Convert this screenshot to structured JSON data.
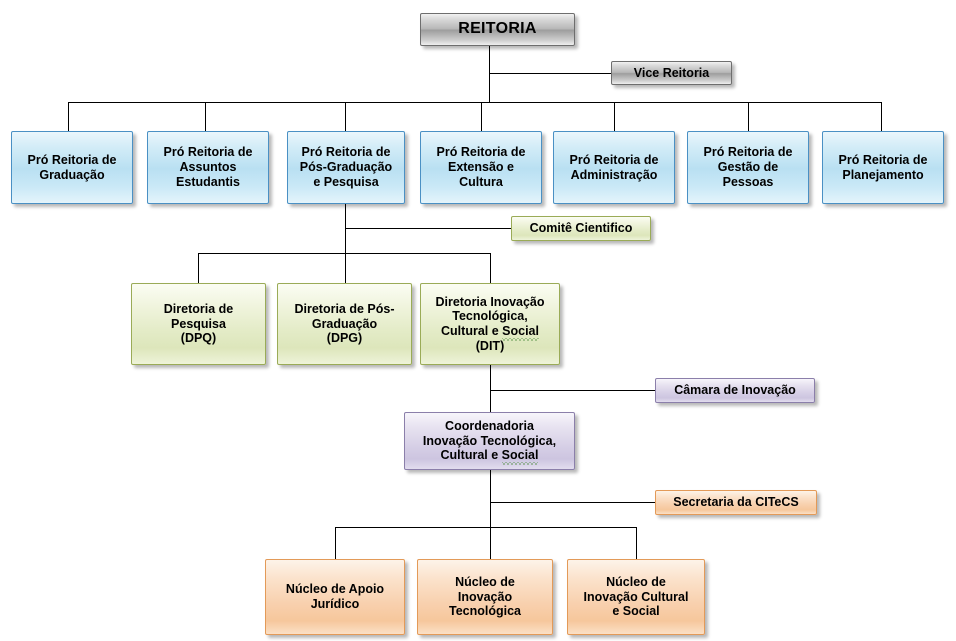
{
  "diagram": {
    "title": "Organograma CITeCS",
    "colors": {
      "grey": "#b7b7b7",
      "blue": "#b9e0f2",
      "green": "#e3ebc6",
      "purple": "#d6cfe6",
      "orange": "#f8d0ad",
      "line": "#000000",
      "text": "#000000"
    }
  },
  "nodes": {
    "reitoria": {
      "label": "REITORIA"
    },
    "vice_reitoria": {
      "label": "Vice Reitoria"
    },
    "pro_reitorias": [
      {
        "label": "Pró Reitoria de\nGraduação"
      },
      {
        "label": "Pró Reitoria de\nAssuntos\nEstudantis"
      },
      {
        "label": "Pró Reitoria de\nPós-Graduação\ne Pesquisa"
      },
      {
        "label": "Pró Reitoria de\nExtensão e\nCultura"
      },
      {
        "label": "Pró Reitoria de\nAdministração"
      },
      {
        "label": "Pró Reitoria de\nGestão de\nPessoas"
      },
      {
        "label": "Pró Reitoria de\nPlanejamento"
      }
    ],
    "comite_cientifico": {
      "label": "Comitê Cientifico"
    },
    "diretorias": [
      {
        "label": "Diretoria de\nPesquisa\n(DPQ)"
      },
      {
        "label": "Diretoria de Pós-\nGraduação\n(DPG)"
      },
      {
        "label": "Diretoria Inovação\nTecnológica,\nCultural e Social\n(DIT)",
        "spellcheck_word": "Social"
      }
    ],
    "camara_inovacao": {
      "label": "Câmara de Inovação"
    },
    "coordenadoria": {
      "label": "Coordenadoria\nInovação Tecnológica,\nCultural e Social",
      "spellcheck_word": "Social"
    },
    "secretaria": {
      "label": "Secretaria da CITeCS"
    },
    "nucleos": [
      {
        "label": "Núcleo de Apoio\nJurídico"
      },
      {
        "label": "Núcleo de\nInovação\nTecnológica"
      },
      {
        "label": "Núcleo de\nInovação Cultural\ne Social"
      }
    ]
  }
}
